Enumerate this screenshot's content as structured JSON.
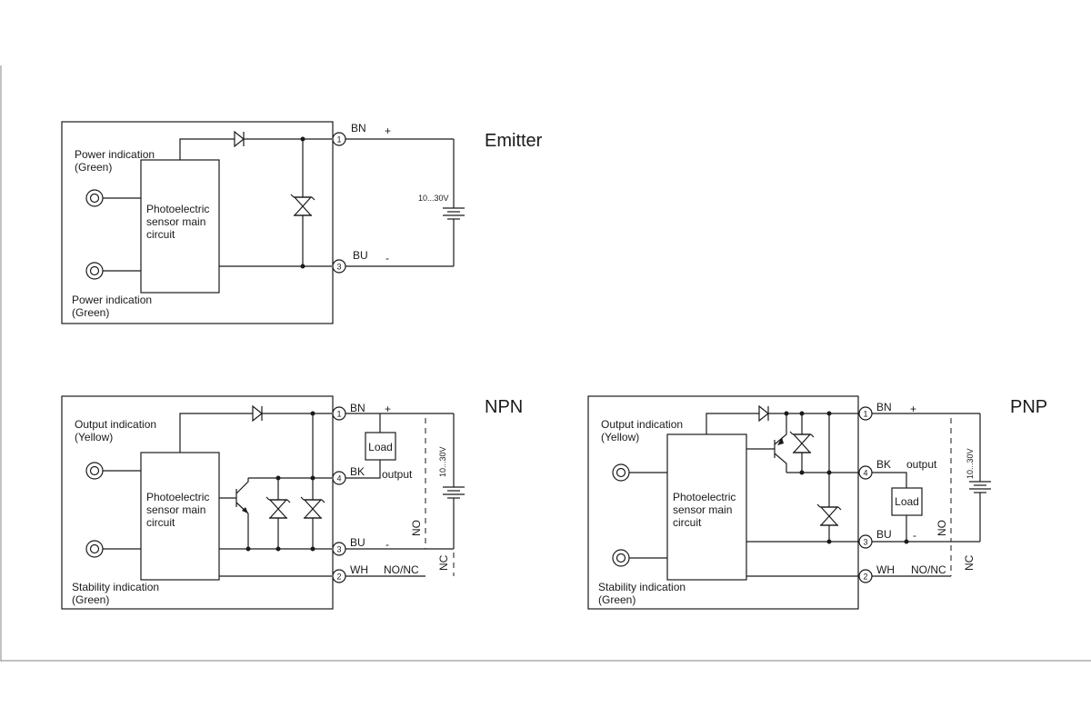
{
  "emitter": {
    "title": "Emitter",
    "indicator_top_line1": "Power indication",
    "indicator_top_line2": "(Green)",
    "indicator_bottom_line1": "Power indication",
    "indicator_bottom_line2": "(Green)",
    "main_circuit_line1": "Photoelectric",
    "main_circuit_line2": "sensor main",
    "main_circuit_line3": "circuit",
    "wire_bn": "BN",
    "wire_bu": "BU",
    "plus": "+",
    "minus": "-",
    "pin1": "1",
    "pin3": "3",
    "supply": "10...30V"
  },
  "npn": {
    "title": "NPN",
    "indicator_top_line1": "Output indication",
    "indicator_top_line2": "(Yellow)",
    "indicator_bottom_line1": "Stability indication",
    "indicator_bottom_line2": "(Green)",
    "main_circuit_line1": "Photoelectric",
    "main_circuit_line2": "sensor main",
    "main_circuit_line3": "circuit",
    "wire_bn": "BN",
    "wire_bk": "BK",
    "wire_bu": "BU",
    "wire_wh": "WH",
    "plus": "+",
    "minus": "-",
    "output": "output",
    "no_nc": "NO/NC",
    "no": "NO",
    "nc": "NC",
    "load": "Load",
    "supply": "10...30V",
    "pin1": "1",
    "pin4": "4",
    "pin3": "3",
    "pin2": "2"
  },
  "pnp": {
    "title": "PNP",
    "indicator_top_line1": "Output indication",
    "indicator_top_line2": "(Yellow)",
    "indicator_bottom_line1": "Stability indication",
    "indicator_bottom_line2": "(Green)",
    "main_circuit_line1": "Photoelectric",
    "main_circuit_line2": "sensor main",
    "main_circuit_line3": "circuit",
    "wire_bn": "BN",
    "wire_bk": "BK",
    "wire_bu": "BU",
    "wire_wh": "WH",
    "plus": "+",
    "minus": "-",
    "output": "output",
    "no_nc": "NO/NC",
    "no": "NO",
    "nc": "NC",
    "load": "Load",
    "supply": "10...30V",
    "pin1": "1",
    "pin4": "4",
    "pin3": "3",
    "pin2": "2"
  }
}
